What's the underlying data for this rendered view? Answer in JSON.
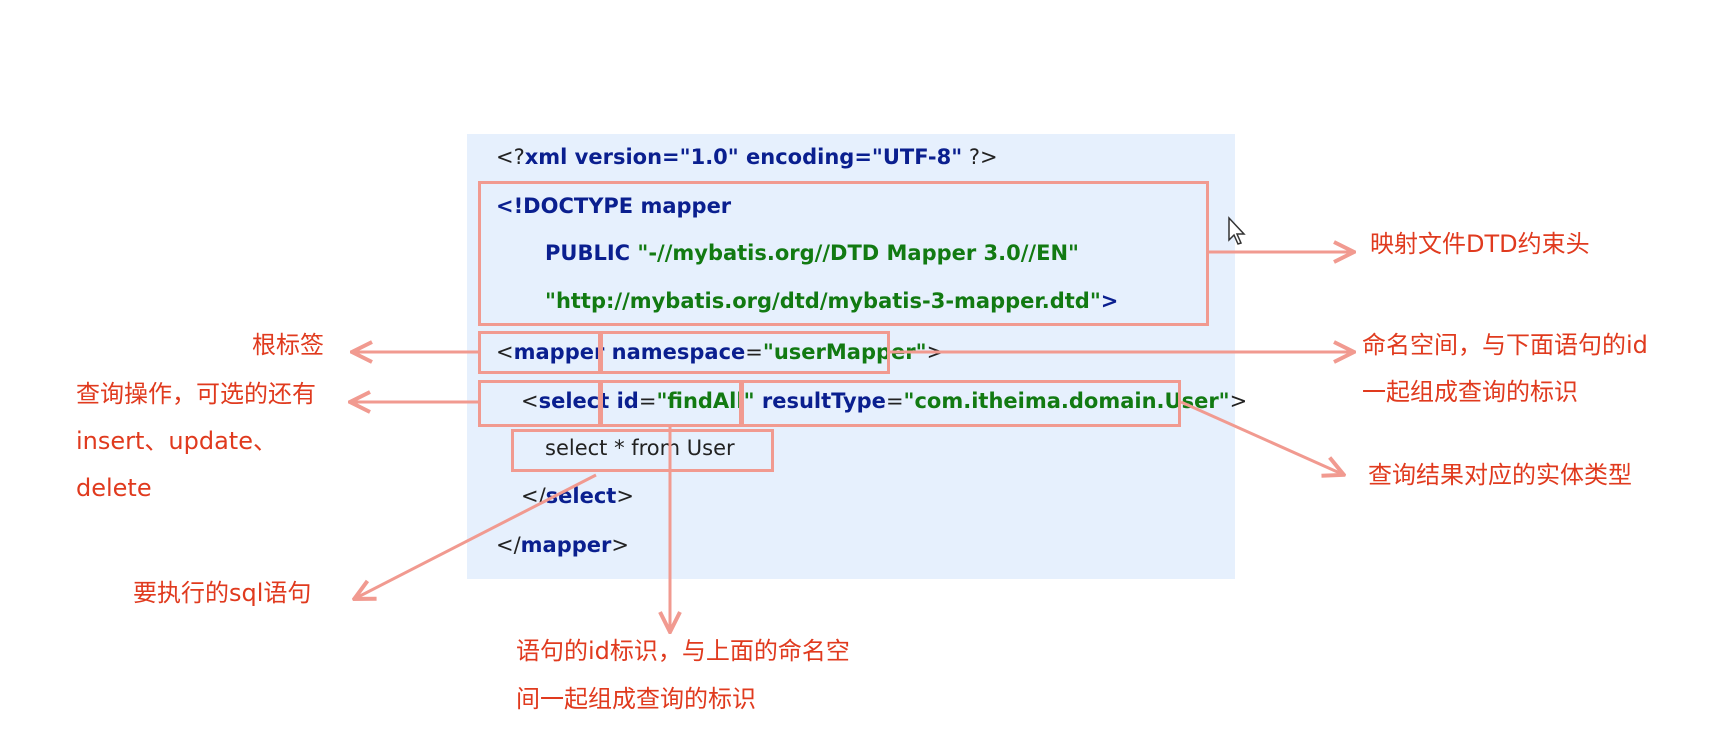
{
  "code": {
    "xml_decl": {
      "open": "<?",
      "body": "xml version=\"1.0\" encoding=\"UTF-8\"",
      "close": " ?>"
    },
    "doctype": {
      "open": "<!DOCTYPE",
      "name": " mapper",
      "public_kw": "PUBLIC",
      "public_id": " \"-//mybatis.org//DTD Mapper 3.0//EN\"",
      "system_id": "\"http://mybatis.org/dtd/mybatis-3-mapper.dtd\"",
      "close": ">"
    },
    "mapper_open": {
      "lt": "<",
      "tag": "mapper",
      "attr": " namespace",
      "eq": "=",
      "value": "\"userMapper\"",
      "gt": ">"
    },
    "select_open": {
      "lt": "<",
      "tag": "select",
      "id_attr": " id",
      "eq1": "=",
      "id_value": "\"findAll\"",
      "rt_attr": " resultType",
      "eq2": "=",
      "rt_value": "\"com.itheima.domain.User\"",
      "gt": ">"
    },
    "sql": "select * from User",
    "select_close": {
      "lt": "</",
      "tag": "select",
      "gt": ">"
    },
    "mapper_close": {
      "lt": "</",
      "tag": "mapper",
      "gt": ">"
    }
  },
  "annotations": {
    "dtd_header": "映射文件DTD约束头",
    "namespace_line1": "命名空间，与下面语句的id",
    "namespace_line2": "一起组成查询的标识",
    "root_tag": "根标签",
    "query_op_line1": "查询操作，可选的还有",
    "query_op_line2": "insert、update、",
    "query_op_line3": "delete",
    "result_type": "查询结果对应的实体类型",
    "sql_statement": "要执行的sql语句",
    "statement_id_line1": "语句的id标识，与上面的命名空",
    "statement_id_line2": "间一起组成查询的标识"
  },
  "colors": {
    "panel_bg": "#e6f0fd",
    "box_stroke": "#f19a90",
    "label_text": "#e03a1e",
    "keyword": "#0a1f8f",
    "string": "#127a12"
  },
  "icons": {
    "cursor": "mouse-pointer-icon"
  }
}
